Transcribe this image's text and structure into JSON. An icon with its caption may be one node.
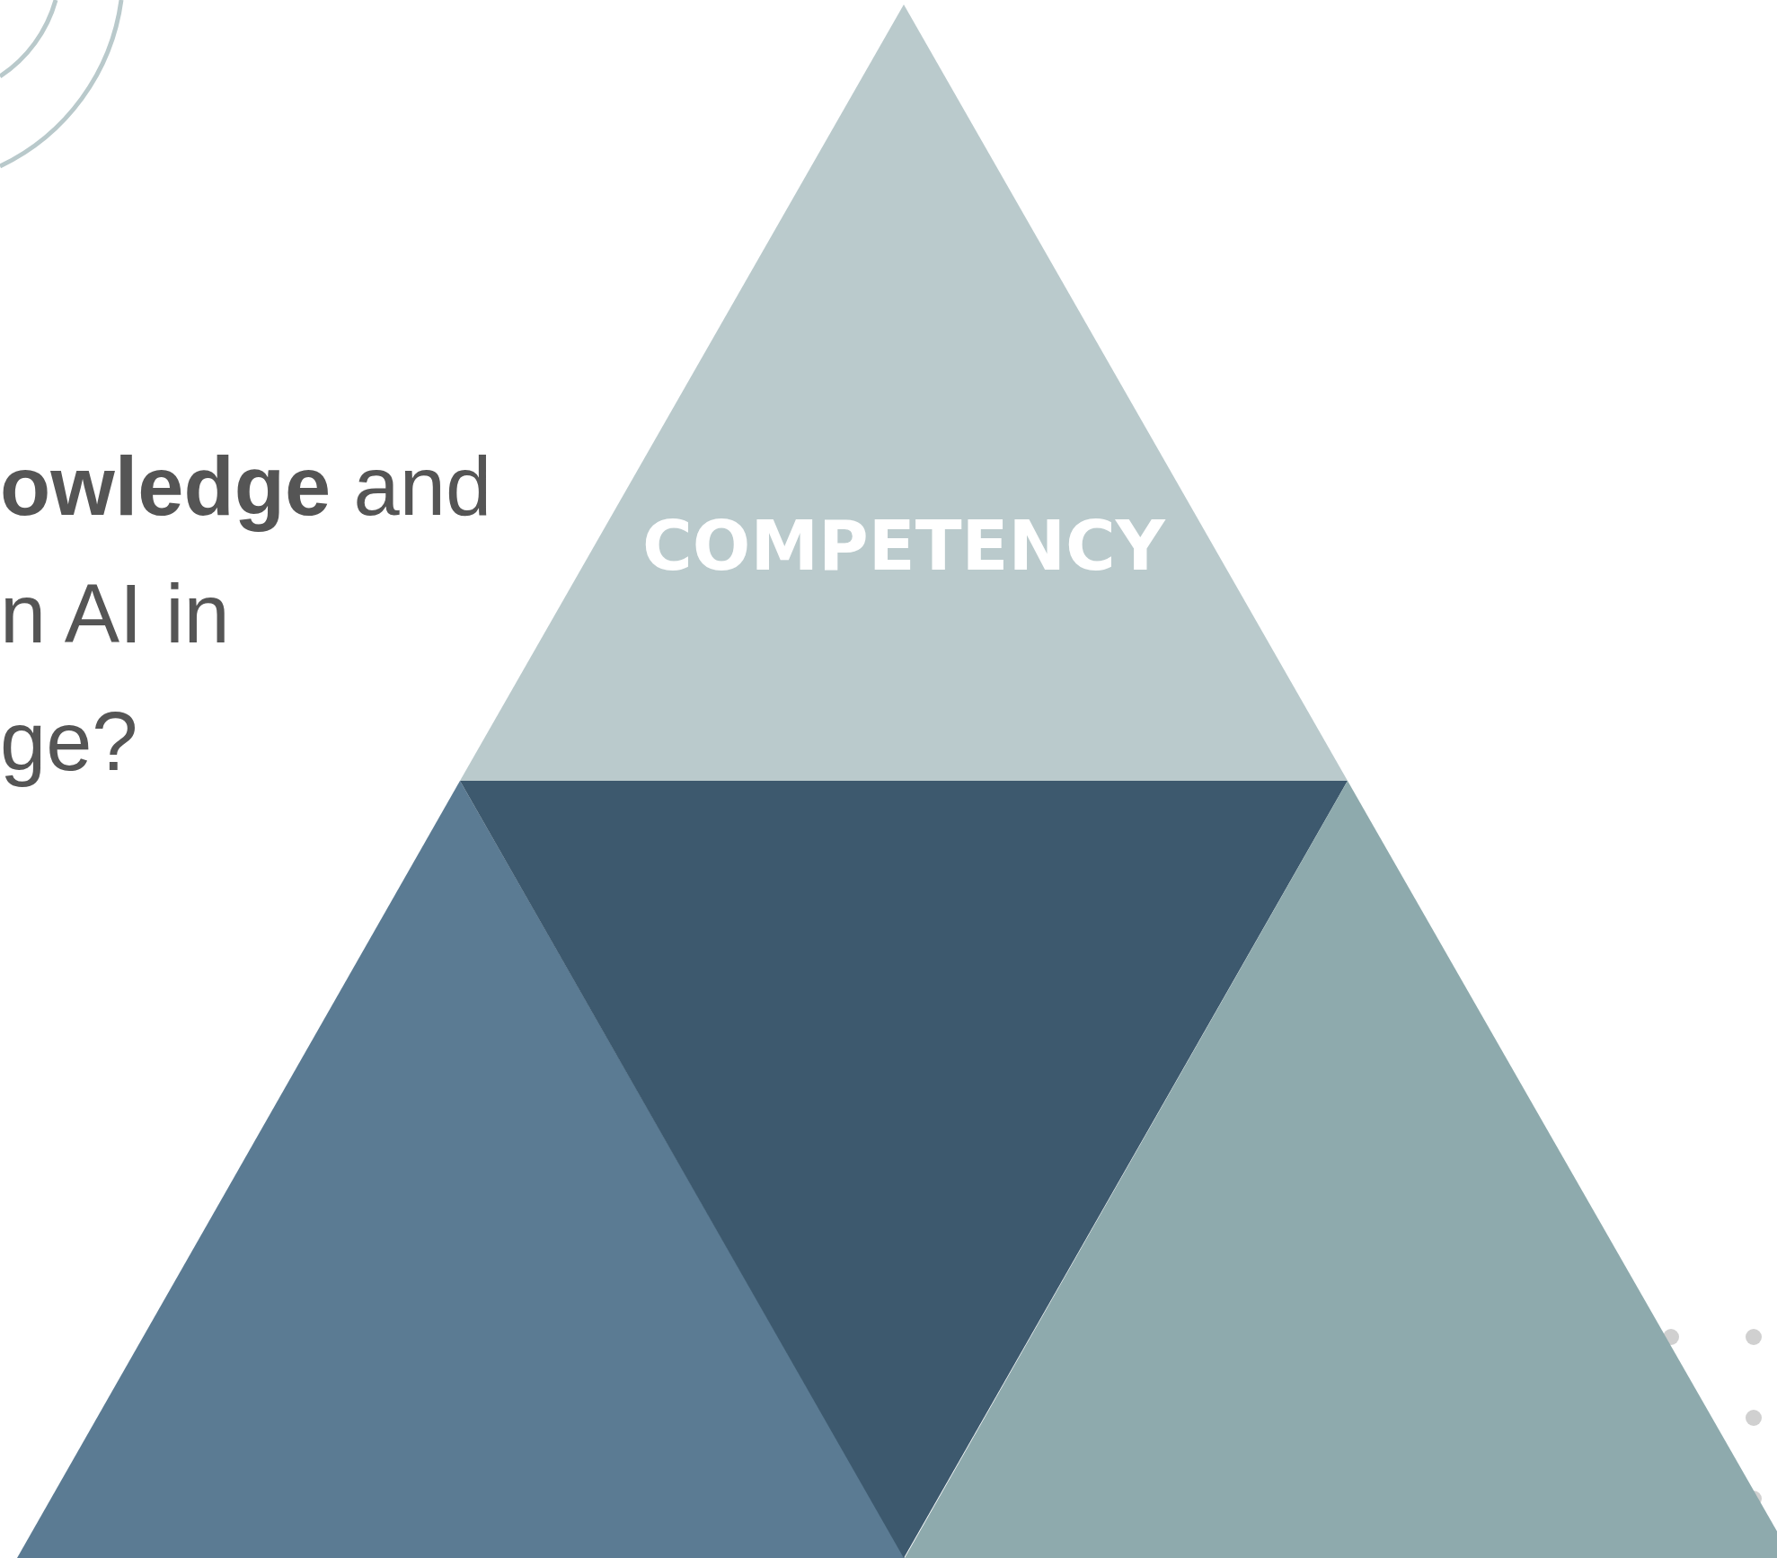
{
  "diagram": {
    "nodes": [
      {
        "text": [
          "COMPETENCY"
        ]
      },
      {
        "text": [],
        "shape": "triangle"
      },
      {
        "text": [],
        "shape": "triangle"
      },
      {
        "text": [],
        "shape": "triangle"
      }
    ],
    "labels": [
      "**owledge** and n AI in ge?"
    ]
  }
}
